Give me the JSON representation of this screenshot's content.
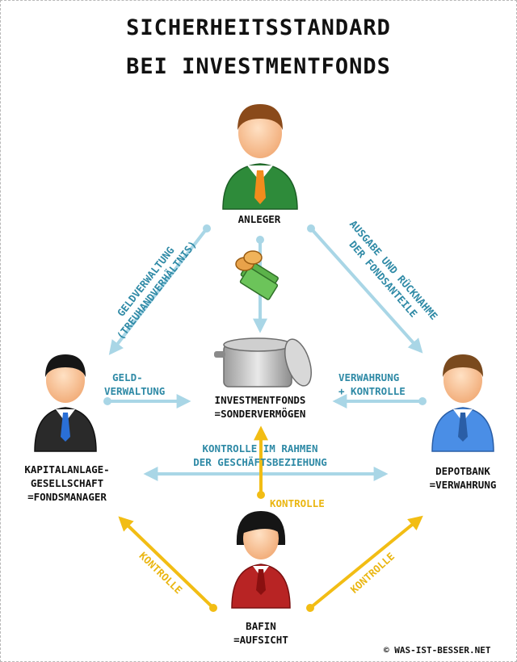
{
  "title": {
    "line1": "SICHERHEITSSTANDARD",
    "line2": "BEI INVESTMENTFONDS"
  },
  "nodes": {
    "anleger": {
      "label": "ANLEGER"
    },
    "fonds": {
      "line1": "INVESTMENTFONDS",
      "line2": "=SONDERVERMÖGEN"
    },
    "kag": {
      "line1": "KAPITALANLAGE-",
      "line2": "GESELLSCHAFT",
      "line3": "=FONDSMANAGER"
    },
    "depot": {
      "line1": "DEPOTBANK",
      "line2": "=VERWAHRUNG"
    },
    "bafin": {
      "line1": "BAFIN",
      "line2": "=AUFSICHT"
    }
  },
  "edges": {
    "geld_treuhand": {
      "line1": "GELDVERWALTUNG",
      "line2": "(TREUHANDVERHÄLTNIS)"
    },
    "ausgabe": {
      "line1": "AUSGABE UND RÜCKNAHME",
      "line2": "DER FONDSANTEILE"
    },
    "geldverwaltung": {
      "line1": "GELD-",
      "line2": "VERWALTUNG"
    },
    "verwahrung": {
      "line1": "VERWAHRUNG",
      "line2": "+ KONTROLLE"
    },
    "kontrolle_rahmen": {
      "line1": "KONTROLLE IM RAHMEN",
      "line2": "DER GESCHÄFTSBEZIEHUNG"
    },
    "kontrolle_center": "KONTROLLE",
    "kontrolle_left": "KONTROLLE",
    "kontrolle_right": "KONTROLLE"
  },
  "copyright": "© WAS-IST-BESSER.NET",
  "colors": {
    "blue_arrow": "#a9d6e6",
    "blue_text": "#2f8aa6",
    "gold": "#f2bd14"
  }
}
